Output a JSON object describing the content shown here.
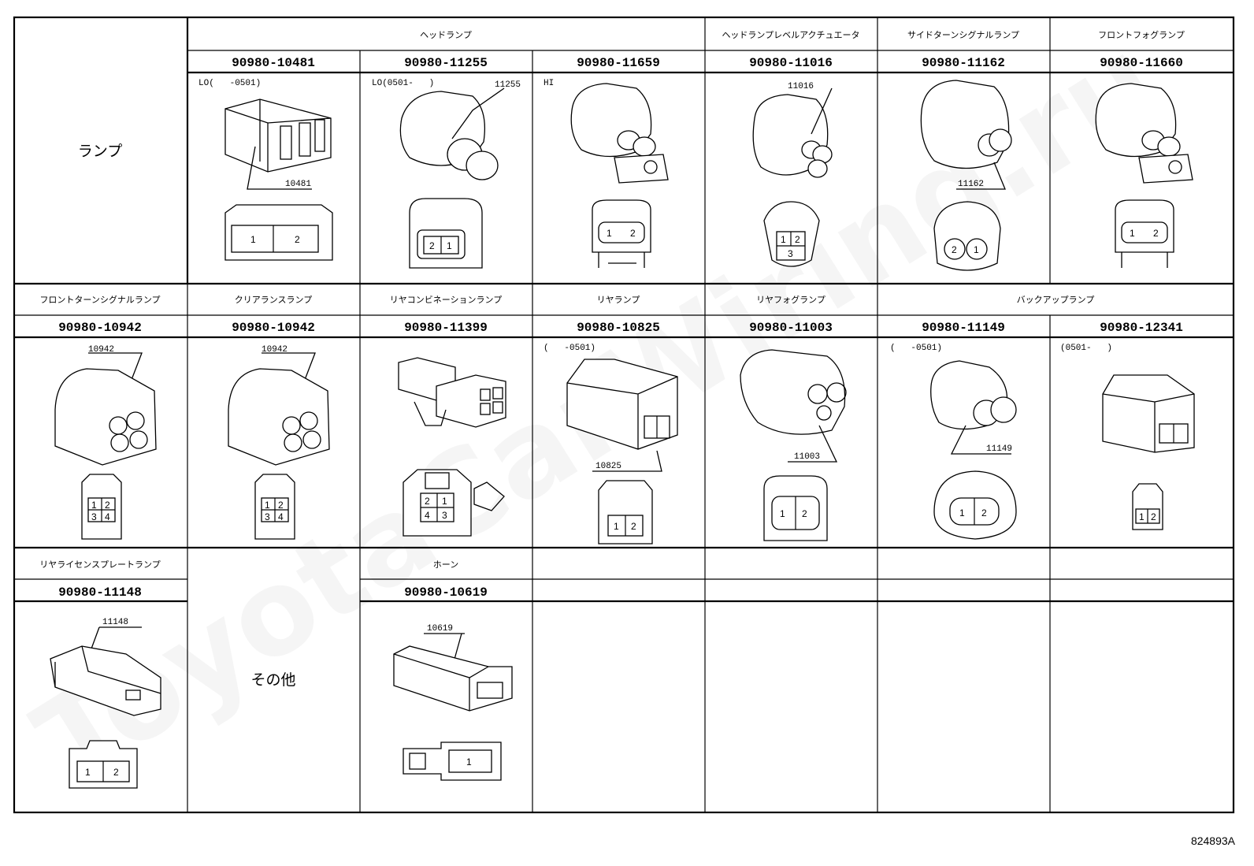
{
  "watermark": "ToyotaCarWiring.ru",
  "figure_code": "824893A",
  "categories": {
    "lamp": "ランプ",
    "other": "その他"
  },
  "rows": [
    {
      "groups": [
        {
          "title": "ヘッドランプ"
        },
        {
          "title": "ヘッドランプレベルアクチュエータ"
        },
        {
          "title": "サイドターンシグナルランプ"
        },
        {
          "title": "フロントフォグランプ"
        }
      ],
      "cells": [
        {
          "part": "90980-10481",
          "note": "LO(   -0501)",
          "callout": "10481",
          "pins": [
            "1",
            "2"
          ]
        },
        {
          "part": "90980-11255",
          "note": "LO(0501-   )",
          "callout": "11255",
          "pins": [
            "2",
            "1"
          ]
        },
        {
          "part": "90980-11659",
          "note": "HI",
          "callout": "",
          "pins": [
            "1",
            "2"
          ]
        },
        {
          "part": "90980-11016",
          "note": "",
          "callout": "11016",
          "pins": [
            "1",
            "2",
            "3"
          ]
        },
        {
          "part": "90980-11162",
          "note": "",
          "callout": "11162",
          "pins": [
            "2",
            "1"
          ]
        },
        {
          "part": "90980-11660",
          "note": "",
          "callout": "",
          "pins": [
            "1",
            "2"
          ]
        }
      ]
    },
    {
      "groups": [
        {
          "title": "フロントターンシグナルランプ"
        },
        {
          "title": "クリアランスランプ"
        },
        {
          "title": "リヤコンビネーションランプ"
        },
        {
          "title": "リヤランプ"
        },
        {
          "title": "リヤフォグランプ"
        },
        {
          "title": "バックアップランプ"
        }
      ],
      "cells": [
        {
          "part": "90980-10942",
          "note": "",
          "callout": "10942",
          "pins": [
            "1",
            "2",
            "3",
            "4"
          ]
        },
        {
          "part": "90980-10942",
          "note": "",
          "callout": "10942",
          "pins": [
            "1",
            "2",
            "3",
            "4"
          ]
        },
        {
          "part": "90980-11399",
          "note": "",
          "callout": "",
          "pins": [
            "2",
            "1",
            "4",
            "3"
          ]
        },
        {
          "part": "90980-10825",
          "note": "(   -0501)",
          "callout": "10825",
          "pins": [
            "1",
            "2"
          ]
        },
        {
          "part": "90980-11003",
          "note": "",
          "callout": "11003",
          "pins": [
            "1",
            "2"
          ]
        },
        {
          "part": "90980-11149",
          "note": "(   -0501)",
          "callout": "11149",
          "pins": [
            "1",
            "2"
          ]
        },
        {
          "part": "90980-12341",
          "note": "(0501-   )",
          "callout": "",
          "pins": [
            "1",
            "2"
          ]
        }
      ]
    },
    {
      "groups": [
        {
          "title": "リヤライセンスプレートランプ"
        },
        {
          "title": "ホーン"
        }
      ],
      "cells": [
        {
          "part": "90980-11148",
          "note": "",
          "callout": "11148",
          "pins": [
            "1",
            "2"
          ]
        },
        {
          "part": "90980-10619",
          "note": "",
          "callout": "10619",
          "pins": [
            "1"
          ]
        }
      ]
    }
  ]
}
